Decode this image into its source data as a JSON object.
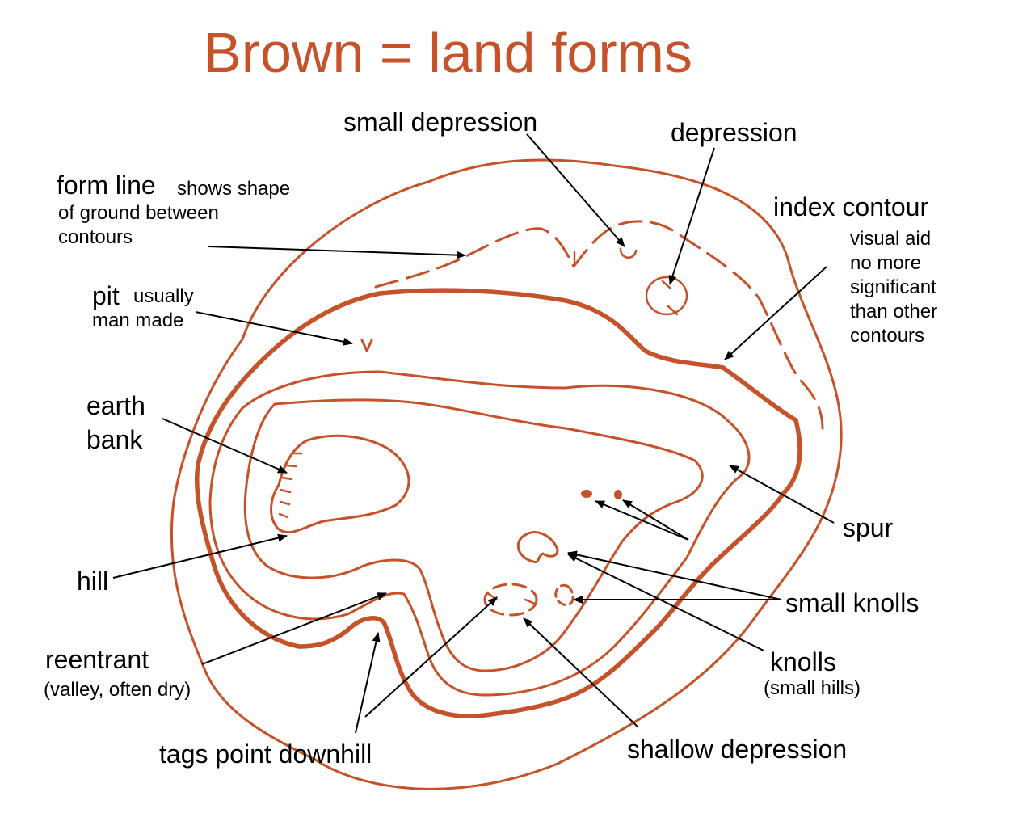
{
  "title": "Brown = land forms",
  "colors": {
    "brown": "#c6522a",
    "arrow": "#000000",
    "background": "#ffffff"
  },
  "labels": {
    "small_depression": "small depression",
    "depression": "depression",
    "form_line": {
      "main": "form line",
      "note_1": "shows shape",
      "note_2": "of ground between",
      "note_3": "contours"
    },
    "index_contour": {
      "main": "index contour",
      "note_1": "visual aid",
      "note_2": "no more",
      "note_3": "significant",
      "note_4": "than other",
      "note_5": "contours"
    },
    "pit": {
      "main": "pit",
      "note_1": "usually",
      "note_2": "man made"
    },
    "earth_bank": {
      "line_1": "earth",
      "line_2": "bank"
    },
    "hill": "hill",
    "spur": "spur",
    "small_knolls": "small knolls",
    "knolls": {
      "main": "knolls",
      "note": "(small hills)"
    },
    "reentrant": {
      "main": "reentrant",
      "note": "(valley, often dry)"
    },
    "tags": "tags point downhill",
    "shallow_depression": "shallow depression"
  }
}
